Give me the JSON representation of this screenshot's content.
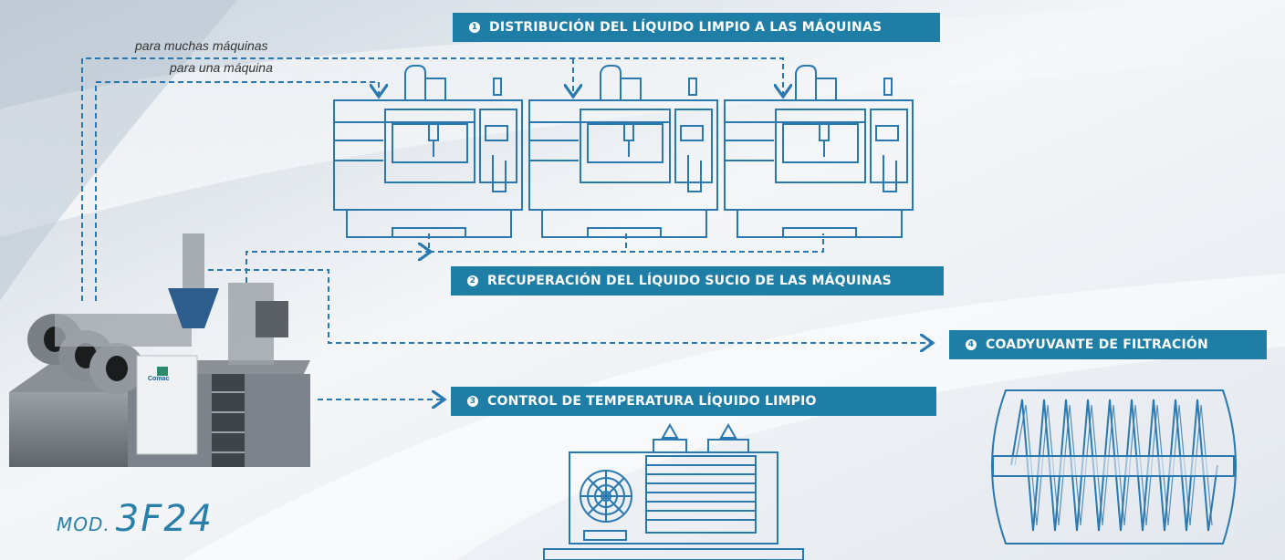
{
  "banners": [
    {
      "num": "1",
      "label": "DISTRIBUCIÓN DEL LÍQUIDO LIMPIO A LAS MÁQUINAS"
    },
    {
      "num": "2",
      "label": "RECUPERACIÓN DEL LÍQUIDO SUCIO DE LAS MÁQUINAS"
    },
    {
      "num": "3",
      "label": "CONTROL DE TEMPERATURA LÍQUIDO LIMPIO"
    },
    {
      "num": "4",
      "label": "COADYUVANTE DE FILTRACIÓN"
    }
  ],
  "notes": {
    "many_machines": "para muchas máquinas",
    "one_machine": "para una máquina"
  },
  "model": {
    "prefix": "MOD.",
    "code": "3F24"
  },
  "unit_badge": "Comac",
  "colors": {
    "accent": "#1e7ea6",
    "line": "#2a78b0",
    "background": "#e9edf2"
  }
}
